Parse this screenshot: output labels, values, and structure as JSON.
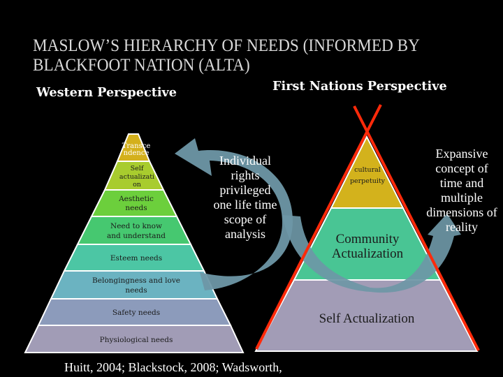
{
  "slide": {
    "title": "MASLOW’S HIERARCHY OF NEEDS (INFORMED BY BLACKFOOT NATION (ALTA)",
    "background": "#000000",
    "citation": "Huitt, 2004; Blackstock, 2008; Wadsworth,"
  },
  "western": {
    "heading": "Western Perspective",
    "layers": [
      {
        "label_lines": [
          "Transce",
          "ndence"
        ],
        "color": "#d4b01c"
      },
      {
        "label_lines": [
          "Self",
          "actualizati",
          "on"
        ],
        "color": "#a8cc2e"
      },
      {
        "label_lines": [
          "Aesthetic",
          "needs"
        ],
        "color": "#6ccf3c"
      },
      {
        "label_lines": [
          "Need to know",
          "and understand"
        ],
        "color": "#46c870"
      },
      {
        "label_lines": [
          "Esteem needs"
        ],
        "color": "#4cc6a4"
      },
      {
        "label_lines": [
          "Belongingness and love",
          "needs"
        ],
        "color": "#6bb3c1"
      },
      {
        "label_lines": [
          "Safety needs"
        ],
        "color": "#8c9bbb"
      },
      {
        "label_lines": [
          "Physiological needs"
        ],
        "color": "#a19cb6"
      }
    ]
  },
  "first_nations": {
    "heading": "First Nations Perspective",
    "layers": [
      {
        "label_lines": [
          "cultural",
          "perpetuity"
        ],
        "color": "#d3b21c"
      },
      {
        "label_lines": [
          "Community",
          "Actualization"
        ],
        "color": "#49c594"
      },
      {
        "label_lines": [
          "Self Actualization"
        ],
        "color": "#a29cb6"
      }
    ],
    "cross_color": "#ff2a0a"
  },
  "annotations": {
    "left_note_lines": [
      "Individual",
      "rights",
      "privileged",
      "one life time",
      "scope of",
      "analysis"
    ],
    "right_note_lines": [
      "Expansive",
      "concept of",
      "time and",
      "multiple",
      "dimensions of",
      "reality"
    ],
    "arrow_color": "#6e97a6"
  }
}
